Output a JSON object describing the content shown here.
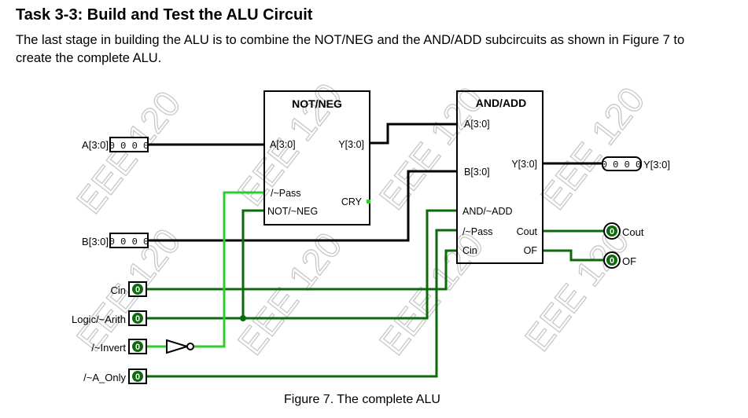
{
  "heading": "Task 3-3: Build and Test the ALU Circuit",
  "paragraph": {
    "line1": "The last stage in building the ALU is to combine the NOT/NEG and the AND/ADD subcircuits as shown in Figure 7 to",
    "line2": "create the complete ALU."
  },
  "caption": "Figure 7. The complete ALU",
  "watermark": "EEE 120",
  "colors": {
    "wire_dark": "#0b6b0b",
    "wire_light": "#2ecc2e",
    "wire_black": "#000000",
    "io_fill": "#0b6b0b"
  },
  "circuit": {
    "inputs": {
      "a": {
        "label": "A[3:0]",
        "value": "0 0 0 0"
      },
      "b": {
        "label": "B[3:0]",
        "value": "0 0 0 0"
      },
      "cin": {
        "label": "Cin",
        "value": "0"
      },
      "logic_arith": {
        "label": "Logic/~Arith",
        "value": "0"
      },
      "invert": {
        "label": "/~Invert",
        "value": "0"
      },
      "a_only": {
        "label": "/~A_Only",
        "value": "0"
      }
    },
    "not_neg": {
      "title": "NOT/NEG",
      "pins": {
        "a": "A[3:0]",
        "y": "Y[3:0]",
        "pass": "/~Pass",
        "cry": "CRY",
        "not_neg": "NOT/~NEG"
      }
    },
    "and_add": {
      "title": "AND/ADD",
      "pins": {
        "a": "A[3:0]",
        "b": "B[3:0]",
        "y": "Y[3:0]",
        "and_add": "AND/~ADD",
        "pass": "/~Pass",
        "cout": "Cout",
        "cin": "Cin",
        "of": "OF"
      }
    },
    "outputs": {
      "y": {
        "label": "Y[3:0]",
        "value": "0 0 0 0"
      },
      "cout": {
        "label": "Cout",
        "value": "0"
      },
      "of": {
        "label": "OF",
        "value": "0"
      }
    }
  }
}
